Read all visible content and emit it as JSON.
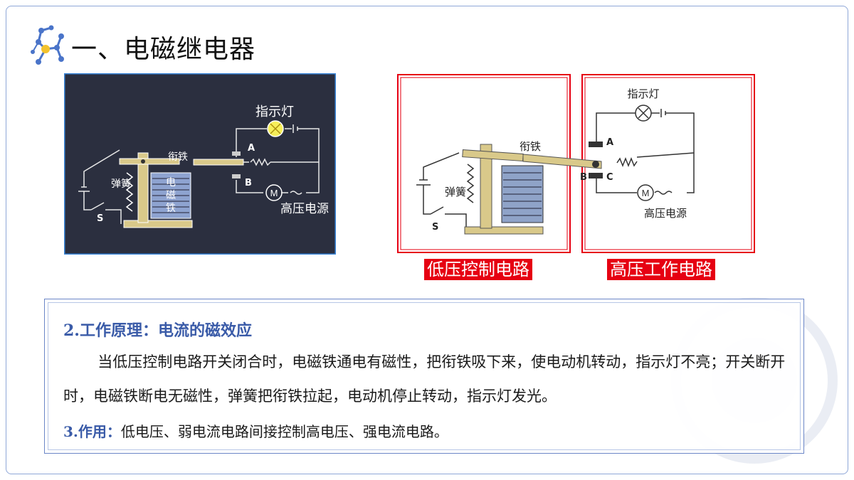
{
  "title": "一、电磁继电器",
  "dark_diagram": {
    "lamp": "指示灯",
    "armature": "衔铁",
    "contact_a": "A",
    "contact_b": "B",
    "spring": "弹簧",
    "electromagnet": [
      "电",
      "磁",
      "铁"
    ],
    "motor": "M",
    "power": "高压电源",
    "switch": "S"
  },
  "light_diagram": {
    "lamp": "指示灯",
    "armature": "衔铁",
    "contact_a": "A",
    "contact_b": "B",
    "contact_c": "C",
    "spring": "弹簧",
    "motor": "M",
    "power": "高压电源",
    "switch": "S"
  },
  "tags": {
    "low": "低压控制电路",
    "high": "高压工作电路"
  },
  "principle": {
    "heading": "2.工作原理：电流的磁效应",
    "text": "当低压控制电路开关闭合时，电磁铁通电有磁性，把衔铁吸下来，使电动机转动，指示灯不亮；开关断开时，电磁铁断电无磁性，弹簧把衔铁拉起，电动机停止转动，指示灯发光。"
  },
  "usage": {
    "label": "3.作用：",
    "text": "低电压、弱电流电路间接控制高电压、强电流电路。"
  },
  "colors": {
    "accent_blue": "#3a5ba8",
    "tag_red": "#e60012",
    "dark_bg": "#2b2f3f"
  }
}
